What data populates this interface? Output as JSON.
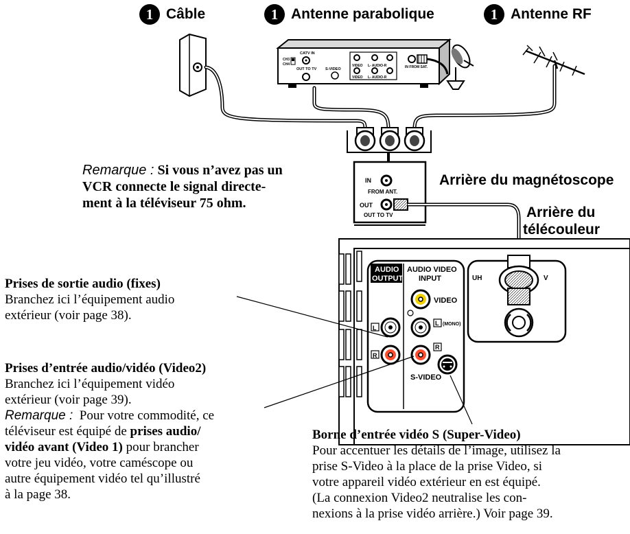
{
  "sources": [
    {
      "num": "1",
      "label": "Câble"
    },
    {
      "num": "1",
      "label": "Antenne parabolique"
    },
    {
      "num": "1",
      "label": "Antenne RF"
    }
  ],
  "satellite_box": {
    "catv_in": "CATV IN",
    "ch3": "CH3",
    "ch4": "CH4",
    "out_to_tv": "OUT TO TV",
    "svideo": "S-VIDEO",
    "video": "VIDEO",
    "audio": "L- AUDIO-R",
    "in_from_sat": "IN FROM SAT."
  },
  "vcr": {
    "in": "IN",
    "from_ant": "FROM ANT.",
    "out": "OUT",
    "out_to_tv": "OUT TO TV",
    "caption": "Arrière du magnétoscope"
  },
  "tv": {
    "caption_line1": "Arrière du",
    "caption_line2": "télécouleur",
    "audio_output_1": "AUDIO",
    "audio_output_2": "OUTPUT",
    "av_input_1": "AUDIO VIDEO",
    "av_input_2": "INPUT",
    "video": "VIDEO",
    "left": "L",
    "mono": "(MONO)",
    "right": "R",
    "svideo": "S-VIDEO",
    "uhf_vhf_partial_left": "UH",
    "uhf_vhf_partial_right": "V"
  },
  "remark": {
    "label": "Remarque :",
    "line1": "Si vous n’avez pas un",
    "line2": "VCR connecte le signal directe-",
    "line3": "ment à la téléviseur 75 ohm."
  },
  "audio_output_note": {
    "title": "Prises de sortie audio (fixes)",
    "line1": "Branchez ici l’équipement audio",
    "line2": "extérieur (voir page 38)."
  },
  "av_input_note": {
    "title": "Prises d’entrée audio/vidéo (Video2)",
    "line1": "Branchez ici l’équipement vidéo",
    "line2": "extérieur (voir page 39).",
    "remark_label": "Remarque :",
    "line3": "Pour votre commodité, ce",
    "line4a": "téléviseur est équipé de",
    "line4b": "prises audio/",
    "line5a": "vidéo avant (Video 1)",
    "line5b": "pour brancher",
    "line6": "votre jeu vidéo, votre caméscope ou",
    "line7": "autre équipement vidéo tel qu’illustré",
    "line8": "à la page 38."
  },
  "svideo_note": {
    "title": "Borne d’entrée vidéo S (Super-Video)",
    "line1": "Pour accentuer les détails de l’image, utilisez la",
    "line2": "prise S-Video à la place de la prise Video, si",
    "line3": "votre appareil vidéo extérieur en est équipé.",
    "line4": "(La connexion Video2 neutralise les con-",
    "line5": "nexions à la prise vidéo arrière.) Voir page 39."
  }
}
